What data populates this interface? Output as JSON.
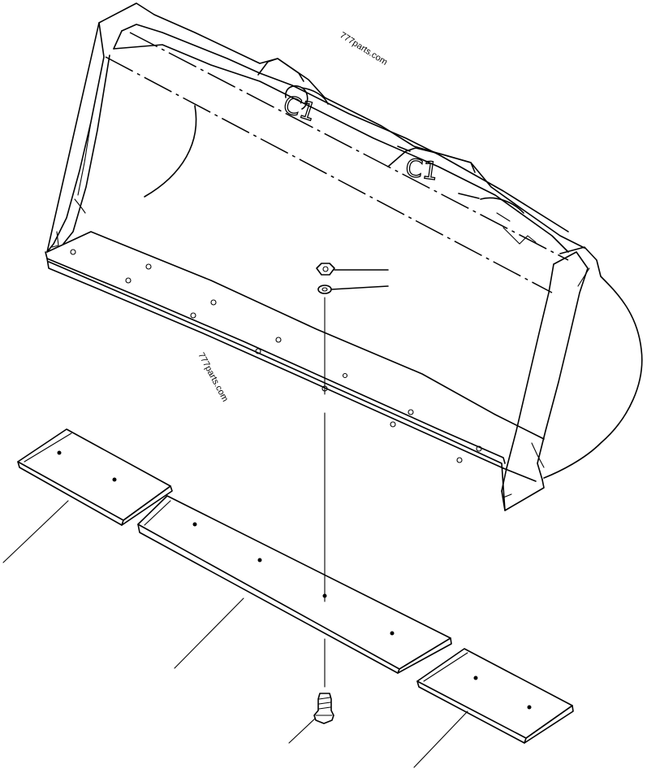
{
  "watermarks": [
    "777parts.com",
    "777parts.com"
  ],
  "callouts": [
    "C1",
    "C1"
  ],
  "parts": [
    {
      "id": "bucket",
      "icon": "loader-bucket-icon"
    },
    {
      "id": "nut",
      "icon": "hex-nut-icon"
    },
    {
      "id": "washer",
      "icon": "washer-icon"
    },
    {
      "id": "bolt",
      "icon": "plow-bolt-icon"
    },
    {
      "id": "cutting-edge-left",
      "icon": "cutting-edge-icon"
    },
    {
      "id": "cutting-edge-center",
      "icon": "cutting-edge-icon"
    },
    {
      "id": "cutting-edge-right",
      "icon": "cutting-edge-icon"
    }
  ]
}
